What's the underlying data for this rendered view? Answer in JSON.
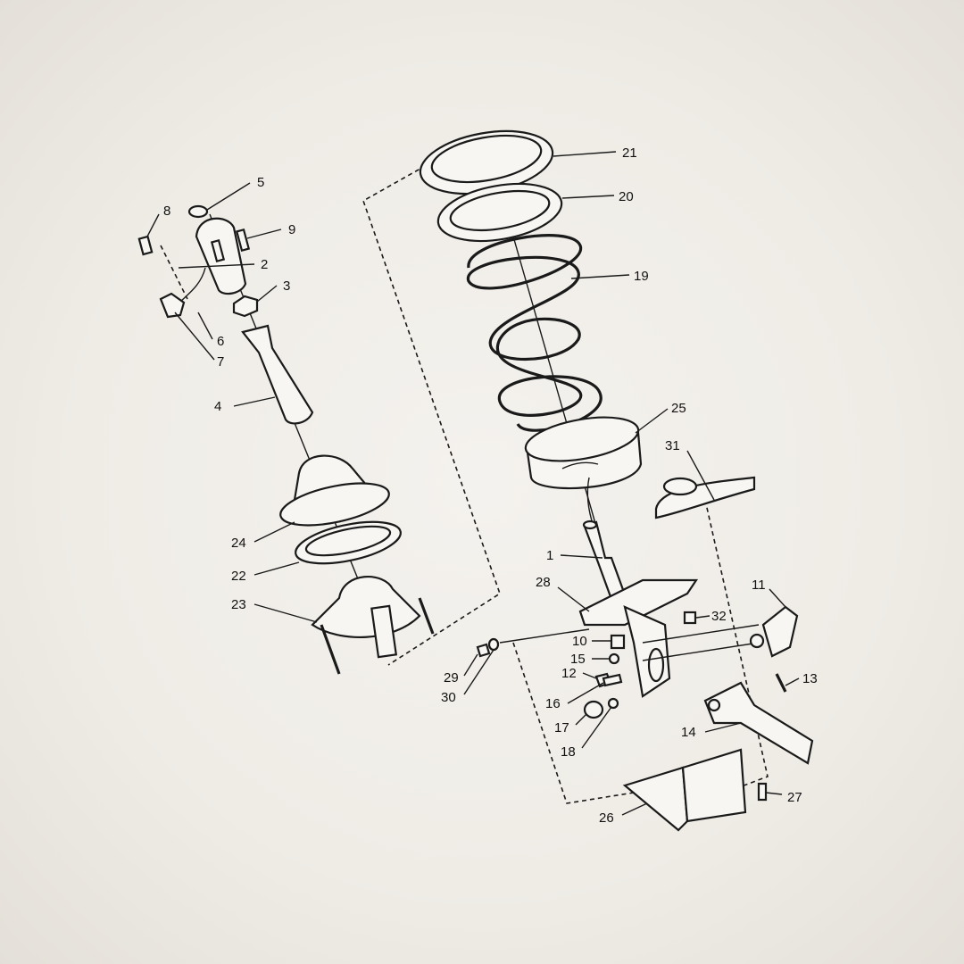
{
  "diagram": {
    "type": "exploded-parts-diagram",
    "line_color": "#1a1a1a",
    "background": "#efece6",
    "part_numbers": {
      "p1": "1",
      "p2": "2",
      "p3": "3",
      "p4": "4",
      "p5": "5",
      "p6": "6",
      "p7": "7",
      "p8": "8",
      "p9": "9",
      "p10": "10",
      "p11": "11",
      "p12": "12",
      "p13": "13",
      "p14": "14",
      "p15": "15",
      "p16": "16",
      "p17": "17",
      "p18": "18",
      "p19": "19",
      "p20": "20",
      "p21": "21",
      "p22": "22",
      "p23": "23",
      "p24": "24",
      "p25": "25",
      "p26": "26",
      "p27": "27",
      "p28": "28",
      "p29": "29",
      "p30": "30",
      "p31": "31",
      "p32": "32"
    }
  }
}
